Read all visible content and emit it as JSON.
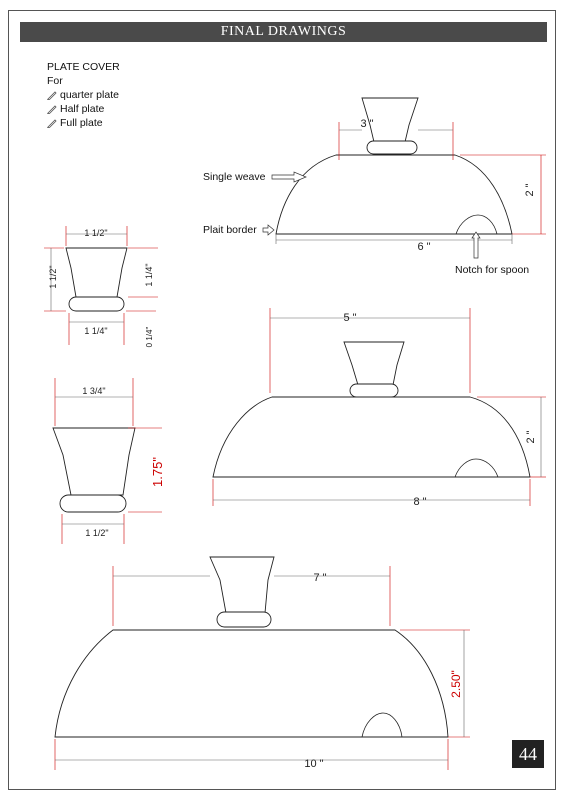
{
  "header": {
    "title": "FINAL DRAWINGS"
  },
  "legend": {
    "title": "PLATE COVER",
    "for_label": "For",
    "items": [
      "quarter plate",
      "Half plate",
      "Full plate"
    ]
  },
  "drawing_small": {
    "top_dim": "3 \"",
    "height_dim": "2 \"",
    "base_dim": "6 \"",
    "label_weave": "Single weave",
    "label_border": "Plait border",
    "label_notch": "Notch for spoon"
  },
  "handle_small": {
    "top_dim": "1 1/2\"",
    "left_dim": "1 1/2\"",
    "right_dim": "1 1/4\"",
    "bottom_dim": "1 1/4\"",
    "ring_dim": "0 1/4\""
  },
  "handle_large": {
    "top_dim": "1 3/4\"",
    "height_dim": "1.75\"",
    "bottom_dim": "1 1/2\""
  },
  "drawing_medium": {
    "top_dim": "5 \"",
    "height_dim": "2 \"",
    "base_dim": "8 \""
  },
  "drawing_large": {
    "top_dim": "7 \"",
    "height_dim": "2.50\"",
    "base_dim": "10 \""
  },
  "page": {
    "number": "44"
  }
}
